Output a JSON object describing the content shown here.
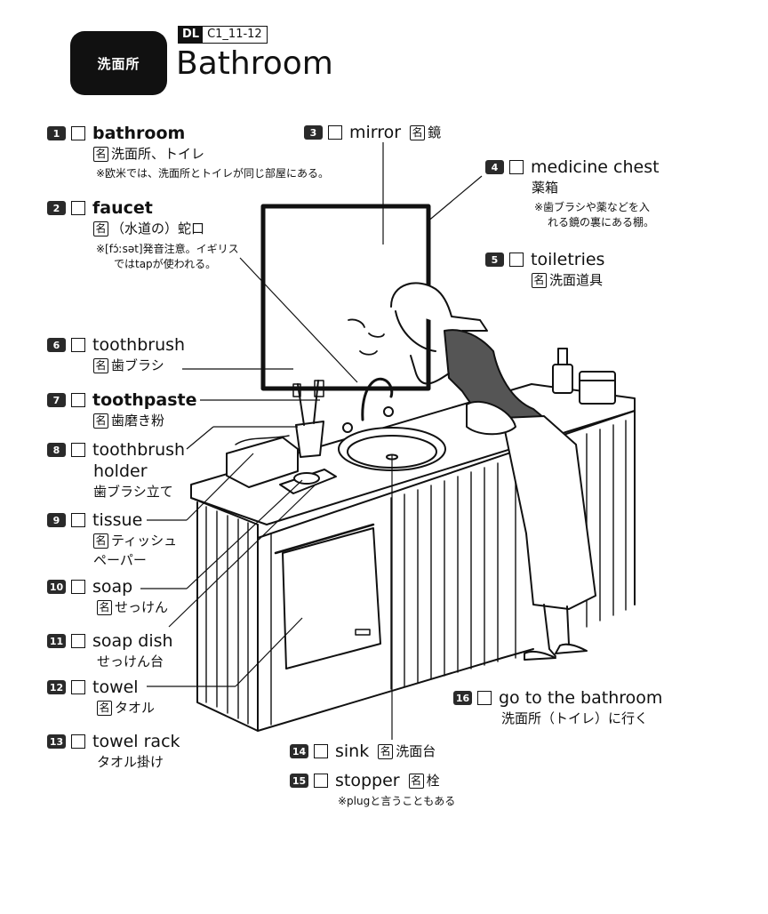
{
  "header": {
    "category": "洗面所",
    "dl_tag": "DL",
    "dl_code": "C1_11-12",
    "title": "Bathroom"
  },
  "entries": [
    {
      "num": "1",
      "word": "bathroom",
      "bold": true,
      "mei": "名",
      "sub": "洗面所、トイレ",
      "note": "※欧米では、洗面所とトイレが同じ部屋にある。"
    },
    {
      "num": "2",
      "word": "faucet",
      "bold": true,
      "mei": "名",
      "sub": "（水道の）蛇口",
      "note": "※[fɔ́ːsət]発音注意。イギリス",
      "note2": "ではtapが使われる。"
    },
    {
      "num": "3",
      "word": "mirror",
      "mei": "名",
      "sub": "鏡"
    },
    {
      "num": "4",
      "word": "medicine chest",
      "sub": "薬箱",
      "note": "※歯ブラシや薬などを入",
      "note2": "れる鏡の裏にある棚。"
    },
    {
      "num": "5",
      "word": "toiletries",
      "mei": "名",
      "sub": "洗面道具"
    },
    {
      "num": "6",
      "word": "toothbrush",
      "mei": "名",
      "sub": "歯ブラシ"
    },
    {
      "num": "7",
      "word": "toothpaste",
      "bold": true,
      "mei": "名",
      "sub": "歯磨き粉"
    },
    {
      "num": "8",
      "word": "toothbrush",
      "word2": "holder",
      "sub": "歯ブラシ立て"
    },
    {
      "num": "9",
      "word": "tissue",
      "mei": "名",
      "sub": "ティッシュ",
      "sub2": "ペーパー"
    },
    {
      "num": "10",
      "word": "soap",
      "mei": "名",
      "sub": "せっけん"
    },
    {
      "num": "11",
      "word": "soap dish",
      "sub": "せっけん台"
    },
    {
      "num": "12",
      "word": "towel",
      "mei": "名",
      "sub": "タオル"
    },
    {
      "num": "13",
      "word": "towel rack",
      "sub": "タオル掛け"
    },
    {
      "num": "14",
      "word": "sink",
      "mei": "名",
      "sub": "洗面台"
    },
    {
      "num": "15",
      "word": "stopper",
      "mei": "名",
      "sub": "栓",
      "note": "※plugと言うこともある"
    },
    {
      "num": "16",
      "word": "go to the bathroom",
      "sub": "洗面所（トイレ）に行く"
    }
  ]
}
